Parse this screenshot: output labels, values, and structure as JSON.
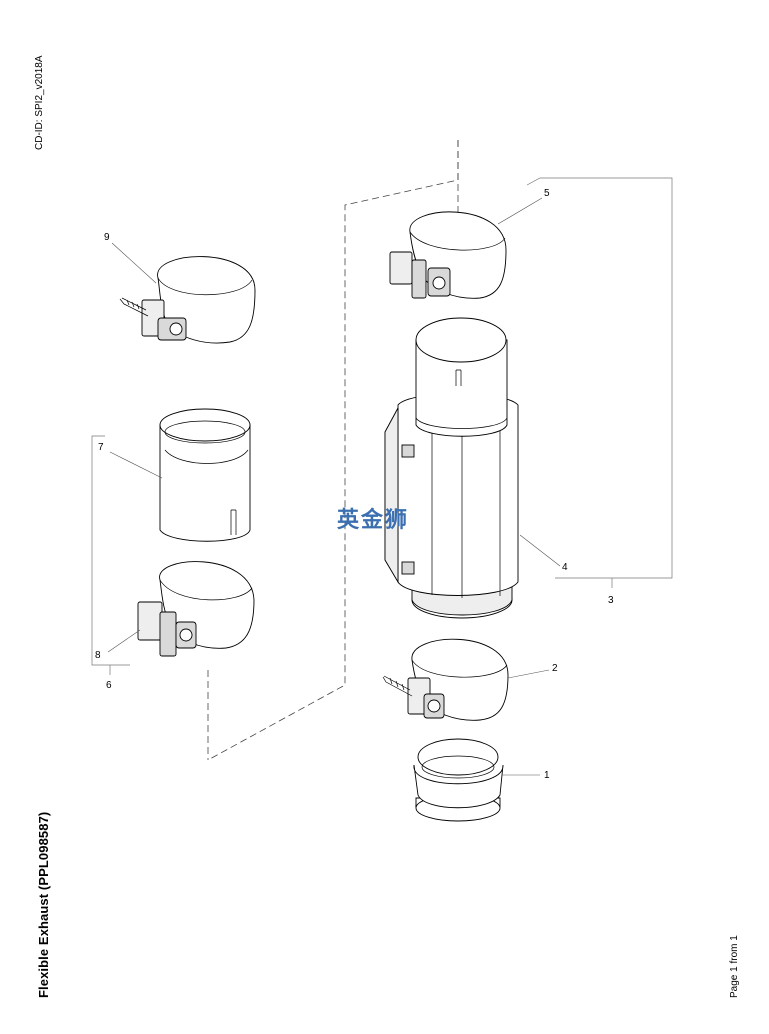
{
  "header": {
    "cd_id": "CD-ID: SPI2_v2018A"
  },
  "footer": {
    "title": "Flexible Exhaust (PPL098587)",
    "page": "Page 1 from 1"
  },
  "watermark": {
    "text": "英金狮",
    "color": "#3b6fb0"
  },
  "callouts": {
    "c1": "1",
    "c2": "2",
    "c3": "3",
    "c4": "4",
    "c5": "5",
    "c6": "6",
    "c7": "7",
    "c8": "8",
    "c9": "9"
  }
}
